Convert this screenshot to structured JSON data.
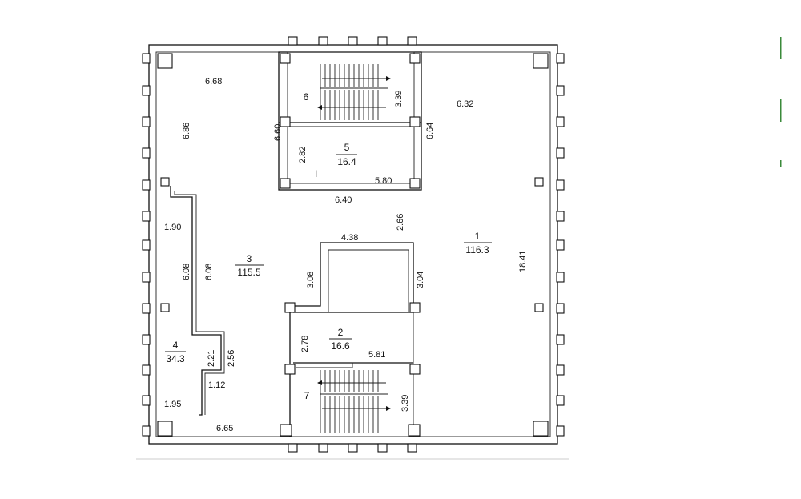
{
  "rooms": {
    "r1": {
      "number": "1",
      "area": "116.3"
    },
    "r2": {
      "number": "2",
      "area": "16.6"
    },
    "r3": {
      "number": "3",
      "area": "115.5"
    },
    "r4": {
      "number": "4",
      "area": "34.3"
    },
    "r5": {
      "number": "5",
      "area": "16.4"
    },
    "r6": {
      "number": "6"
    },
    "r7": {
      "number": "7"
    },
    "marker": "I"
  },
  "dimensions": {
    "d_668": "6.68",
    "d_686": "6.86",
    "d_660": "6.60",
    "d_282": "2.82",
    "d_339a": "3.39",
    "d_664": "6.64",
    "d_632": "6.32",
    "d_580": "5.80",
    "d_640": "6.40",
    "d_266": "2.66",
    "d_438": "4.38",
    "d_308": "3.08",
    "d_304": "3.04",
    "d_190": "1.90",
    "d_608a": "6.08",
    "d_608b": "6.08",
    "d_278": "2.78",
    "d_581": "5.81",
    "d_221": "2.21",
    "d_256": "2.56",
    "d_112": "1.12",
    "d_195": "1.95",
    "d_665": "6.65",
    "d_339b": "3.39",
    "d_1841": "18.41"
  }
}
